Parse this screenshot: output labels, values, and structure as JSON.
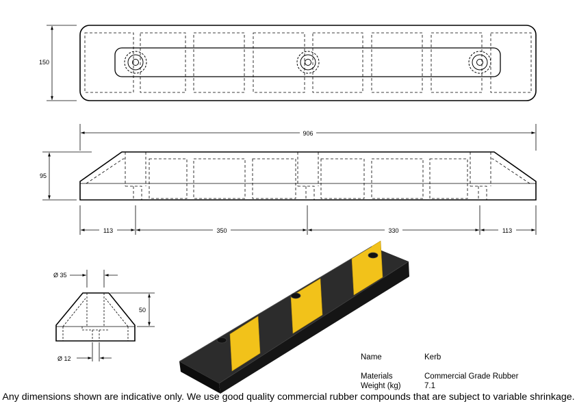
{
  "dimensions": {
    "top_height": "150",
    "overall_length": "906",
    "side_height": "95",
    "seg1": "113",
    "seg2": "350",
    "seg3": "330",
    "seg4": "113",
    "hole_dia": "Ø 35",
    "end_height": "50",
    "bolt_dia": "Ø 12"
  },
  "specs": {
    "name_label": "Name",
    "name_value": "Kerb",
    "materials_label": "Materials",
    "materials_value": "Commercial Grade Rubber",
    "weight_label": "Weight (kg)",
    "weight_value": "7.1"
  },
  "footer": "Any dimensions shown are indicative only. We use good quality commercial rubber compounds that are subject to variable shrinkage.",
  "colors": {
    "line": "#000000",
    "rubber": "#1f1f1f",
    "stripe": "#f2c21a"
  }
}
